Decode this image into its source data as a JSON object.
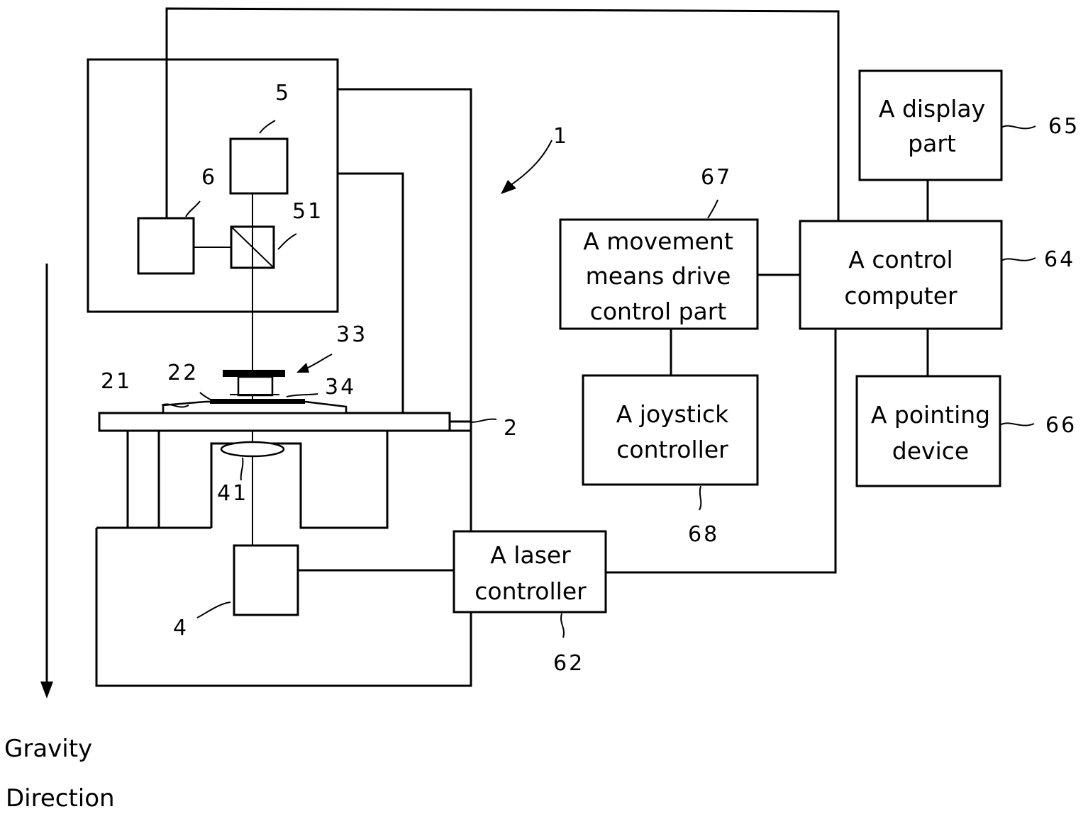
{
  "blocks": {
    "display_part": [
      "A display",
      "part"
    ],
    "control_computer": [
      "A control",
      "computer"
    ],
    "movement_control": [
      "A movement",
      "means drive",
      "control part"
    ],
    "joystick": [
      "A joystick",
      "controller"
    ],
    "pointing_device": [
      "A pointing",
      "device"
    ],
    "laser_controller": [
      "A laser",
      "controller"
    ]
  },
  "refs": {
    "r1": "1",
    "r2": "2",
    "r4": "4",
    "r5": "5",
    "r6": "6",
    "r21": "21",
    "r22": "22",
    "r33": "33",
    "r34": "34",
    "r41": "41",
    "r51": "51",
    "r62": "62",
    "r64": "64",
    "r65": "65",
    "r66": "66",
    "r67": "67",
    "r68": "68"
  },
  "gravity": [
    "Gravity",
    "Direction"
  ]
}
